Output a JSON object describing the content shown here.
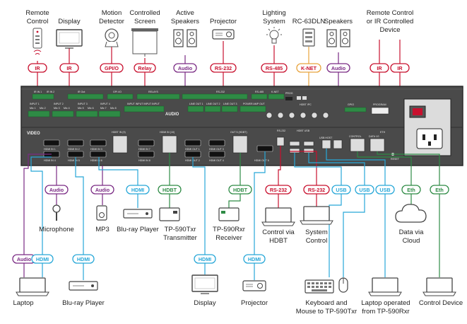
{
  "top_devices": {
    "remote_control": {
      "line1": "Remote",
      "line2": "Control"
    },
    "display": "Display",
    "motion_detector": {
      "line1": "Motion",
      "line2": "Detector"
    },
    "controlled_screen": {
      "line1": "Controlled",
      "line2": "Screen"
    },
    "active_speakers": {
      "line1": "Active",
      "line2": "Speakers"
    },
    "projector": "Projector",
    "lighting_system": {
      "line1": "Lighting",
      "line2": "System"
    },
    "rc63dln": "RC-63DLN",
    "speakers": "Speakers",
    "remote_ir_device": {
      "line1": "Remote Control",
      "line2": "or IR Controlled",
      "line3": "Device"
    }
  },
  "top_badges": {
    "ir_1": "IR",
    "ir_2": "IR",
    "gpio": "GPI/O",
    "relay": "Relay",
    "audio": "Audio",
    "rs232": "RS-232",
    "rs485": "RS-485",
    "knet": "K-NET",
    "audio_2": "Audio",
    "ir_3": "IR",
    "ir_4": "IR"
  },
  "panel": {
    "top_labels": {
      "ir_in": "IR IN 1",
      "ir_in2": "IR IN 2",
      "ir_out": "IR Out",
      "gpio": "GPI I/O",
      "relays": "RELAYS",
      "rs232": "RS-232",
      "rs485": "RS-485",
      "knet": "K-NET",
      "prog": "PROG"
    },
    "audio_label": "AUDIO",
    "video_label": "VIDEO",
    "inputs": [
      "INPUT 1",
      "INPUT 2",
      "INPUT 3",
      "INPUT 4"
    ],
    "mic_labels": [
      "Mic 1",
      "Mic 2",
      "Mic 3",
      "Mic 4",
      "Mic 5",
      "Mic 6",
      "Mic 7",
      "Mic 8"
    ],
    "line_outs": [
      "LINE OUT 1",
      "LINE OUT 2",
      "LINE OUT 3"
    ],
    "power_amp": "POWER AMP OUT",
    "gpio_small": "GPIO",
    "program": "PROGRAM",
    "hdmi_in": [
      "HDMI IN 1",
      "HDMI IN 2",
      "HDMI IN 3",
      "HDMI IN 4",
      "HDMI IN 5",
      "HDMI IN 6",
      "HDMI IN 7",
      "HDMI IN 8"
    ],
    "hdbt_in": "HDBT IN (9)",
    "hdmi_in_10": "HDMI IN (10)",
    "hdmi_out": [
      "HDMI OUT 1",
      "HDMI OUT 2",
      "HDMI OUT 3",
      "HDMI OUT 4"
    ],
    "out5_hdbt": "OUT 5 (HDBT)",
    "hdmi_out6": "HDMI OUT 6",
    "usb_host": "USB HOST",
    "control": "CONTROL",
    "data": "DATA 1G",
    "eth": "ETH",
    "hdbt_usb": "HDBT USB",
    "rs232_s": "RS-232",
    "reset": "RESET"
  },
  "bottom_badges": {
    "audio_mic": "Audio",
    "audio_mp3": "Audio",
    "hdmi_bluray": "HDMI",
    "hdbt_tx": "HDBT",
    "hdbt_rx": "HDBT",
    "rs232_a": "RS-232",
    "rs232_b": "RS-232",
    "usb_a": "USB",
    "usb_b": "USB",
    "usb_c": "USB",
    "eth_a": "Eth",
    "eth_b": "Eth",
    "audio_laptop": "Audio",
    "hdmi_laptop": "HDMI",
    "hdmi_bluray2": "HDMI",
    "hdmi_display": "HDMI",
    "hdmi_projector": "HDMI"
  },
  "bottom_devices": {
    "microphone": "Microphone",
    "mp3": "MP3",
    "bluray": "Blu-ray Player",
    "tp590txr": {
      "line1": "TP-590Txr",
      "line2": "Transmitter"
    },
    "tp590rxr": {
      "line1": "TP-590Rxr",
      "line2": "Receiver"
    },
    "control_hdbt": {
      "line1": "Control via",
      "line2": "HDBT"
    },
    "system_control": {
      "line1": "System",
      "line2": "Control"
    },
    "data_cloud": {
      "line1": "Data via",
      "line2": "Cloud"
    },
    "laptop": "Laptop",
    "bluray2": "Blu-ray Player",
    "display2": "Display",
    "projector2": "Projector",
    "keyboard": {
      "line1": "Keyboard and",
      "line2": "Mouse to TP-590Txr"
    },
    "laptop_tp": {
      "line1": "Laptop operated",
      "line2": "from TP-590Rxr"
    },
    "control_device": "Control Device"
  },
  "colors": {
    "red": "#c8102e",
    "orange": "#e8a33d",
    "purple": "#7a2a84",
    "blue": "#27a7d8",
    "green": "#2e8b45",
    "panel": "#4a4a4a"
  }
}
